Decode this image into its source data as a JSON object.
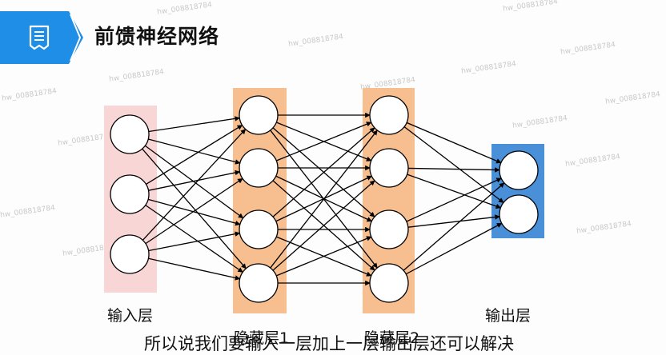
{
  "slide": {
    "title": "前馈神经网络",
    "icon": "document-icon",
    "accent_color": "#1e8ee6"
  },
  "layers": [
    {
      "label": "输入层",
      "neurons": 3,
      "color": "#f9d6d6"
    },
    {
      "label": "隐藏层1",
      "neurons": 4,
      "color": "#f7bf8f"
    },
    {
      "label": "隐藏层2",
      "neurons": 4,
      "color": "#f7bf8f"
    },
    {
      "label": "输出层",
      "neurons": 2,
      "color": "#4a90d9"
    }
  ],
  "watermark": "hw_008818784",
  "subtitle": "所以说我们要输入一层加上一层输出层还可以解决"
}
